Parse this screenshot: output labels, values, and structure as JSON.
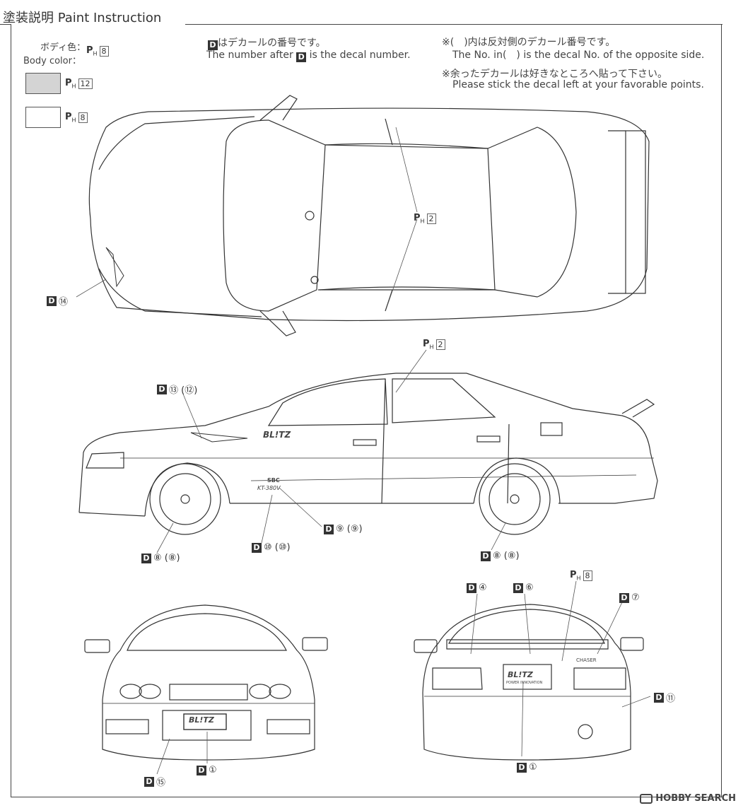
{
  "title": "塗装説明 Paint Instruction",
  "body_color": {
    "label_jp": "ボディ色：",
    "label_en": "Body color：",
    "main_code": "8",
    "swatches": [
      {
        "code": "12",
        "color": "#d4d4d4"
      },
      {
        "code": "8",
        "color": "#ffffff"
      }
    ]
  },
  "notes": {
    "decal_jp": "はデカールの番号です。",
    "decal_en_pre": "The number after",
    "decal_en_post": "is the decal number.",
    "opposite_jp": "※(　)内は反対側のデカール番号です。",
    "opposite_en": "The No. in(　) is the decal No. of the opposite side.",
    "leftover_jp": "※余ったデカールは好きなところへ貼って下さい。",
    "leftover_en": "Please stick the decal left at your favorable points."
  },
  "paint_prefix": "P",
  "paint_sub": "H",
  "decal_letter": "D",
  "callouts": {
    "top_roof": "2",
    "top_hood": "⑭",
    "side_roof": "2",
    "side_front_door": "⑬ (⑫)",
    "side_front_wheel": "⑧ (⑧)",
    "side_sill": "⑩ (⑩)",
    "side_rocker": "⑨ (⑨)",
    "side_rear_wheel": "⑧ (⑧)",
    "front_grille": "⑮",
    "front_plate": "①",
    "rear_left": "④",
    "rear_center": "⑥",
    "rear_paint": "8",
    "rear_right": "⑦",
    "rear_bumper": "⑪",
    "rear_plate": "①"
  },
  "car_labels": {
    "blitz": "BL!TZ",
    "kt": "KT-380V",
    "sbc": "SBC",
    "chaser": "CHASER",
    "plate_sub": "POWER INNOVATION"
  },
  "watermark": "HOBBY SEARCH"
}
